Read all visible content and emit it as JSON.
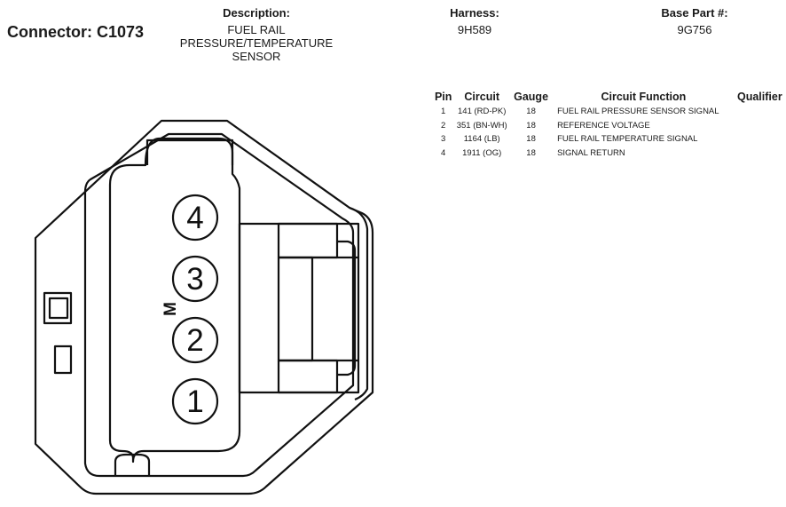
{
  "connector": {
    "label": "Connector: C1073"
  },
  "description": {
    "header": "Description:",
    "lines": [
      "FUEL RAIL",
      "PRESSURE/TEMPERATURE",
      "SENSOR"
    ]
  },
  "harness": {
    "header": "Harness:",
    "value": "9H589"
  },
  "base_part": {
    "header": "Base Part #:",
    "value": "9G756"
  },
  "pin_table": {
    "headers": {
      "pin": "Pin",
      "circuit": "Circuit",
      "gauge": "Gauge",
      "function": "Circuit Function",
      "qualifier": "Qualifier"
    },
    "rows": [
      {
        "pin": "1",
        "circuit": "141 (RD-PK)",
        "gauge": "18",
        "function": "FUEL RAIL PRESSURE SENSOR SIGNAL",
        "qualifier": ""
      },
      {
        "pin": "2",
        "circuit": "351 (BN-WH)",
        "gauge": "18",
        "function": "REFERENCE VOLTAGE",
        "qualifier": ""
      },
      {
        "pin": "3",
        "circuit": "1164 (LB)",
        "gauge": "18",
        "function": "FUEL RAIL TEMPERATURE SIGNAL",
        "qualifier": ""
      },
      {
        "pin": "4",
        "circuit": "1911 (OG)",
        "gauge": "18",
        "function": "SIGNAL RETURN",
        "qualifier": ""
      }
    ]
  },
  "diagram": {
    "pins": [
      "4",
      "3",
      "2",
      "1"
    ],
    "key_mark": "M"
  }
}
